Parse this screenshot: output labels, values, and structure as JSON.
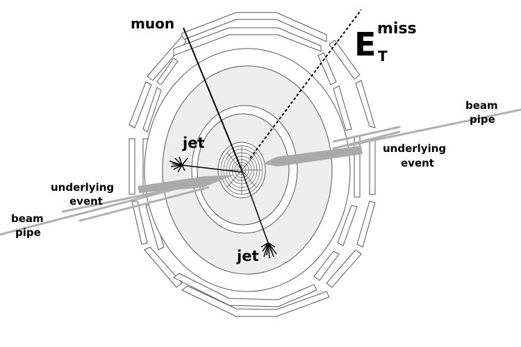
{
  "labels": {
    "muon": "muon",
    "jet_upper": "jet",
    "jet_lower": "jet",
    "met_main": "E",
    "met_sub": "T",
    "met_sup": "miss",
    "beam_pipe_right": [
      "beam",
      "pipe"
    ],
    "beam_pipe_left": [
      "beam",
      "pipe"
    ],
    "underlying_event_right": [
      "underlying",
      "event"
    ],
    "underlying_event_left": [
      "underlying",
      "event"
    ]
  },
  "colors": {
    "outline": "#555555",
    "fill_light": "#eeeeee",
    "beam": "#b0b0b0",
    "ink": "#000000"
  }
}
